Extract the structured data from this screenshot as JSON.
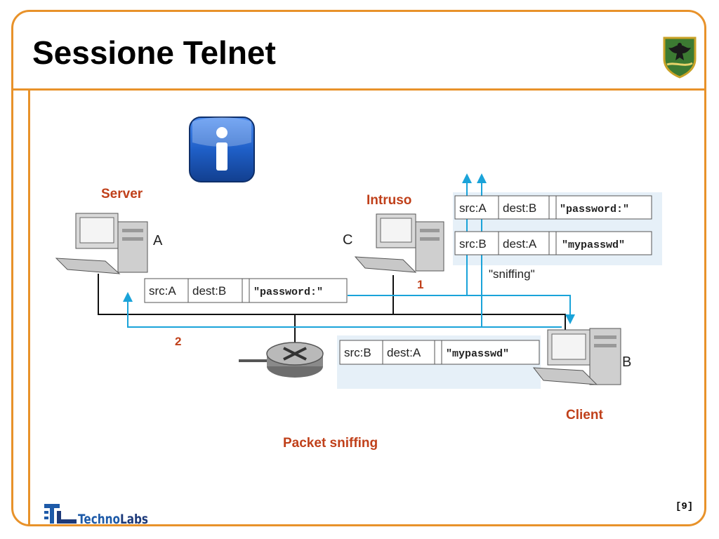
{
  "slide": {
    "title": "Sessione Telnet",
    "page_number": "[9]",
    "accent_color": "#e8922a"
  },
  "labels": {
    "server": "Server",
    "intruder": "Intruso",
    "client": "Client",
    "caption": "Packet sniffing",
    "step1": "1",
    "step2": "2",
    "sniffing": "\"sniffing\""
  },
  "nodes": {
    "a": "A",
    "b": "B",
    "c": "C"
  },
  "packets": {
    "pkt1": {
      "src": "src:A",
      "dest": "dest:B",
      "payload": "\"password:\""
    },
    "pkt2": {
      "src": "src:B",
      "dest": "dest:A",
      "payload": "\"mypasswd\""
    },
    "sniffed1": {
      "src": "src:A",
      "dest": "dest:B",
      "payload": "\"password:\""
    },
    "sniffed2": {
      "src": "src:B",
      "dest": "dest:A",
      "payload": "\"mypasswd\""
    }
  },
  "logo": {
    "techno": "Techno",
    "labs": "Labs",
    "techno_color": "#1d5aa8",
    "labs_color": "#1d3a7a"
  },
  "colors": {
    "link": "#1aa3d9",
    "label": "#c0401a",
    "info_blue": "#1f5fc7"
  }
}
